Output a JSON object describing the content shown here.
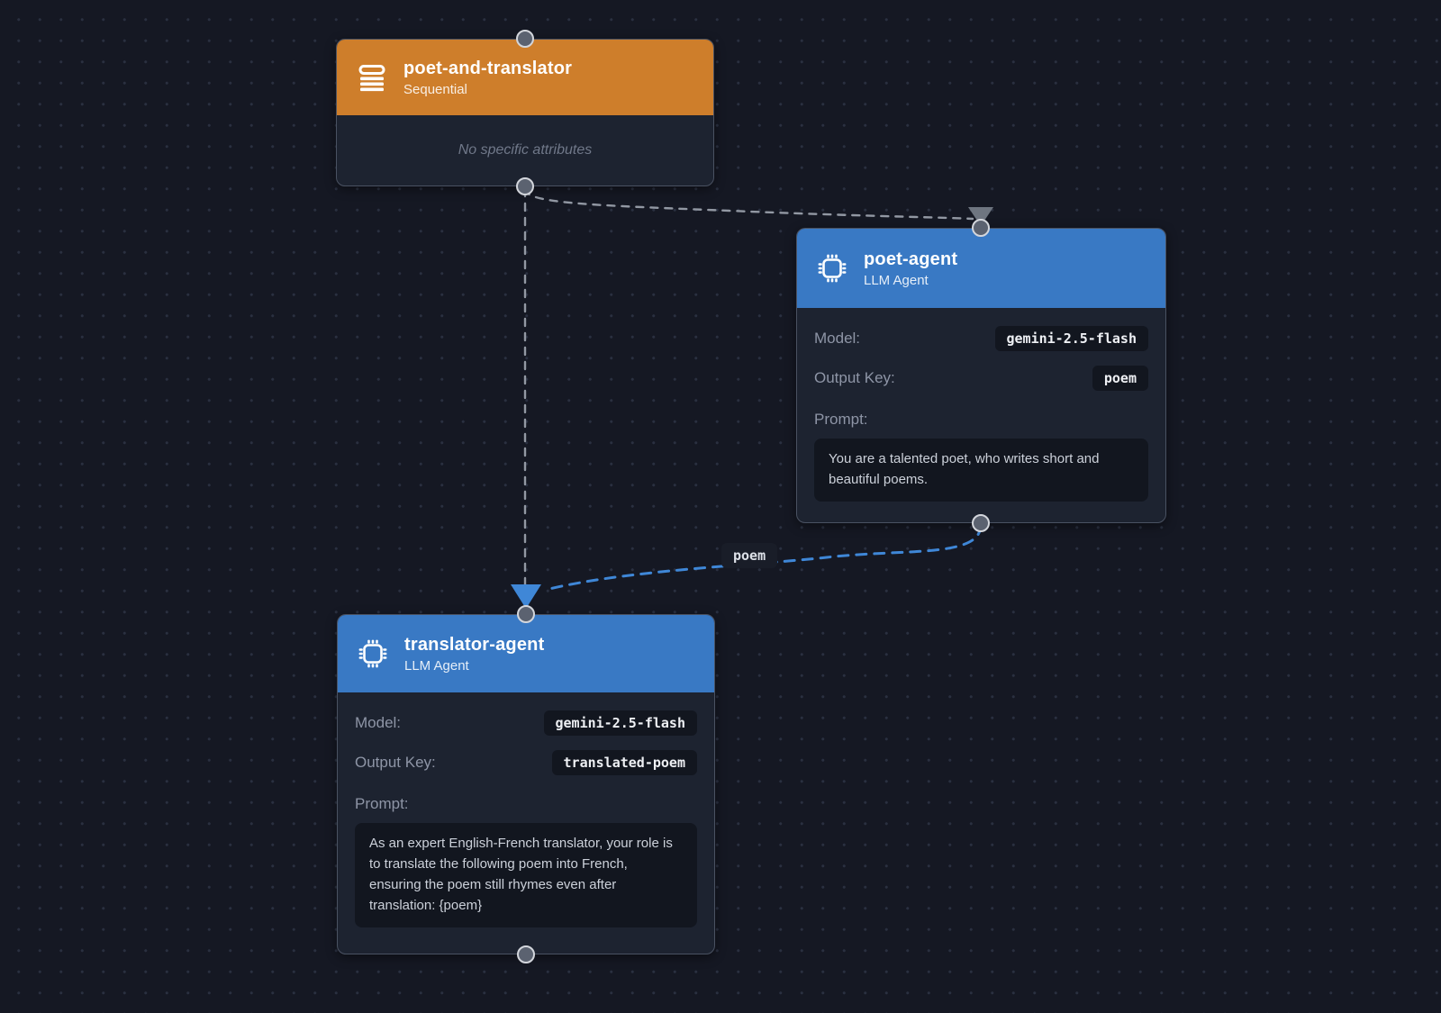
{
  "colors": {
    "background": "#151823",
    "grid_dot": "#2a3040",
    "node_body": "#1d2330",
    "node_border": "#4a5262",
    "header_orange": "#ce7e2b",
    "header_blue": "#3979c4",
    "panel_bg": "#12161f",
    "label_text": "#8e95a6",
    "edge_gray": "#9298a3",
    "edge_blue": "#3f87d7",
    "handle_fill": "#5b6270",
    "handle_ring": "#d3d6dc"
  },
  "nodes": {
    "root": {
      "title": "poet-and-translator",
      "type": "Sequential",
      "icon": "list-icon",
      "note": "No specific attributes"
    },
    "poet": {
      "title": "poet-agent",
      "type": "LLM Agent",
      "icon": "chip-icon",
      "model_label": "Model:",
      "model_value": "gemini-2.5-flash",
      "output_label": "Output Key:",
      "output_value": "poem",
      "prompt_label": "Prompt:",
      "prompt_text": "You are a talented poet, who writes short and beautiful poems."
    },
    "translator": {
      "title": "translator-agent",
      "type": "LLM Agent",
      "icon": "chip-icon",
      "model_label": "Model:",
      "model_value": "gemini-2.5-flash",
      "output_label": "Output Key:",
      "output_value": "translated-poem",
      "prompt_label": "Prompt:",
      "prompt_text": "As an expert English-French translator, your role is to translate the following poem into French, ensuring the poem still rhymes even after translation: {poem}"
    }
  },
  "edges": {
    "poem_label": "poem"
  }
}
